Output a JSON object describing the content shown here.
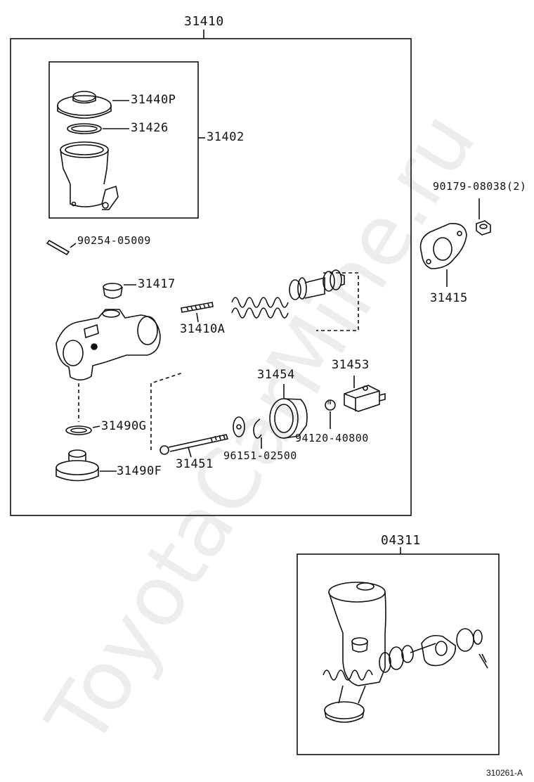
{
  "assembly": {
    "label": "31410",
    "reservoir_group": "31402",
    "parts": {
      "reservoir_cap": "31440P",
      "cap_gasket": "31426",
      "pin": "90254-05009",
      "grommet": "31417",
      "stud": "31410A",
      "gasket_g": "31490G",
      "union_fitting": "31490F",
      "push_rod": "31451",
      "boot": "31454",
      "snap_ring": "96151-02500",
      "clevis": "31453",
      "nut_n": "94120-40800",
      "nut_n_marker": "N"
    }
  },
  "external_parts": {
    "nut": "90179-08038(2)",
    "flange_gasket": "31415"
  },
  "kit": {
    "label": "04311"
  },
  "watermark": "ToyotaCarMine.ru",
  "figure_ref": "310261-A"
}
